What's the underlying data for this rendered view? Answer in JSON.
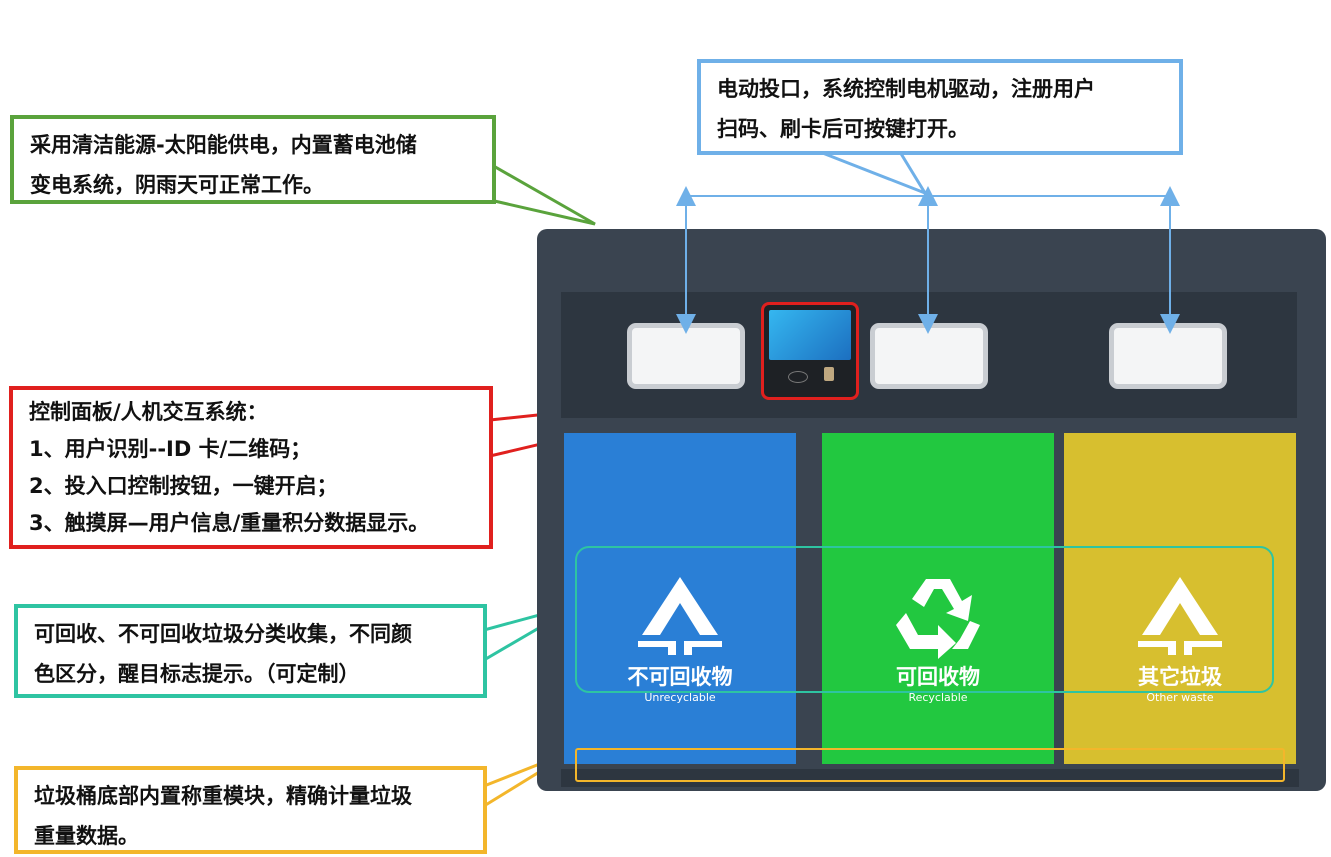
{
  "callouts": {
    "power": {
      "lines": [
        "采用清洁能源-太阳能供电，内置蓄电池储",
        "变电系统，阴雨天可正常工作。"
      ],
      "color": "#5aa33c"
    },
    "inlet": {
      "lines": [
        "电动投口，系统控制电机驱动，注册用户",
        "扫码、刷卡后可按键打开。"
      ],
      "color": "#6fb0e8"
    },
    "panel": {
      "lines": [
        "控制面板/人机交互系统：",
        "1、用户识别--ID 卡/二维码；",
        "2、投入口控制按钮，一键开启；",
        "3、触摸屏—用户信息/重量积分数据显示。"
      ],
      "color": "#e0201e"
    },
    "sorting": {
      "lines": [
        "可回收、不可回收垃圾分类收集，不同颜",
        "色区分，醒目标志提示。（可定制）"
      ],
      "color": "#2ec4a2"
    },
    "weighing": {
      "lines": [
        "垃圾桶底部内置称重模块，精确计量垃圾",
        "重量数据。"
      ],
      "color": "#f3b62b"
    }
  },
  "bins": [
    {
      "label_zh": "不可回收物",
      "label_en": "Unrecyclable",
      "color": "#2a7fd6",
      "icon": "triangle-arrows-icon"
    },
    {
      "label_zh": "可回收物",
      "label_en": "Recyclable",
      "color": "#22c840",
      "icon": "recycle-icon"
    },
    {
      "label_zh": "其它垃圾",
      "label_en": "Other waste",
      "color": "#d7bf2f",
      "icon": "triangle-arrows-icon"
    }
  ]
}
